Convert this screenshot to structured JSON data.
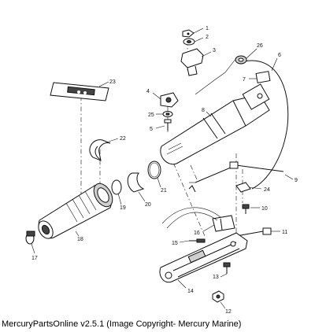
{
  "caption": "MercuryPartsOnline v2.5.1 (Image Copyright- Mercury Marine)",
  "callouts": [
    "1",
    "2",
    "3",
    "4",
    "5",
    "6",
    "7",
    "8",
    "9",
    "10",
    "11",
    "12",
    "13",
    "14",
    "15",
    "16",
    "17",
    "18",
    "19",
    "20",
    "21",
    "22",
    "23",
    "24",
    "25",
    "26"
  ]
}
